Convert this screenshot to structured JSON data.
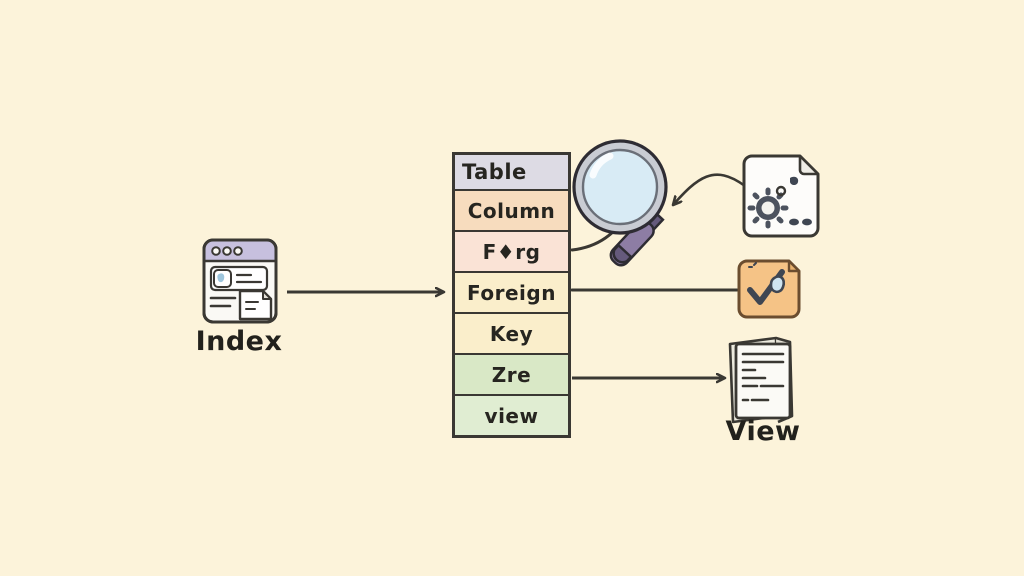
{
  "background": "#fcf3da",
  "ink": "#3a3833",
  "index_panel": {
    "label": "Index",
    "icon": "browser-window-icon",
    "titlebar_color": "#c7c0de",
    "body_color": "#faf9f5",
    "thumb_color": "#9ec6dd"
  },
  "table": {
    "rows": [
      {
        "label": "Table",
        "bg": "#dddbe4"
      },
      {
        "label": "Column",
        "bg": "#f7dcbe"
      },
      {
        "label": "F♦rg",
        "bg": "#fae3d6"
      },
      {
        "label": "Foreign",
        "bg": "#faeecb"
      },
      {
        "label": "Key",
        "bg": "#faeecb"
      },
      {
        "label": "Zre",
        "bg": "#d9e8c6"
      },
      {
        "label": "view",
        "bg": "#e0edd2"
      }
    ]
  },
  "magnifier": {
    "icon": "magnifying-glass-icon",
    "rim_color": "#c9ccd3",
    "lens_color": "#d8ebf5",
    "handle_color": "#8d7da4",
    "handle_dark_color": "#655a7c"
  },
  "gear_document": {
    "icon": "document-gear-icon",
    "paper_color": "#fdfcfa",
    "gear_color": "#4c525e"
  },
  "check_badge": {
    "icon": "check-search-badge-icon",
    "bg": "#f5c386",
    "check_color": "#3f4652",
    "drop_color": "#cfe4f0"
  },
  "view_panel": {
    "label": "View",
    "icon": "document-stack-icon",
    "paper_color": "#fbfaf6"
  },
  "connectors": {
    "index_to_table": "arrow",
    "table_to_magnifier": "curve",
    "document_to_magnifier": "curved-arrow",
    "table_to_check": "line",
    "table_to_view": "arrow"
  }
}
